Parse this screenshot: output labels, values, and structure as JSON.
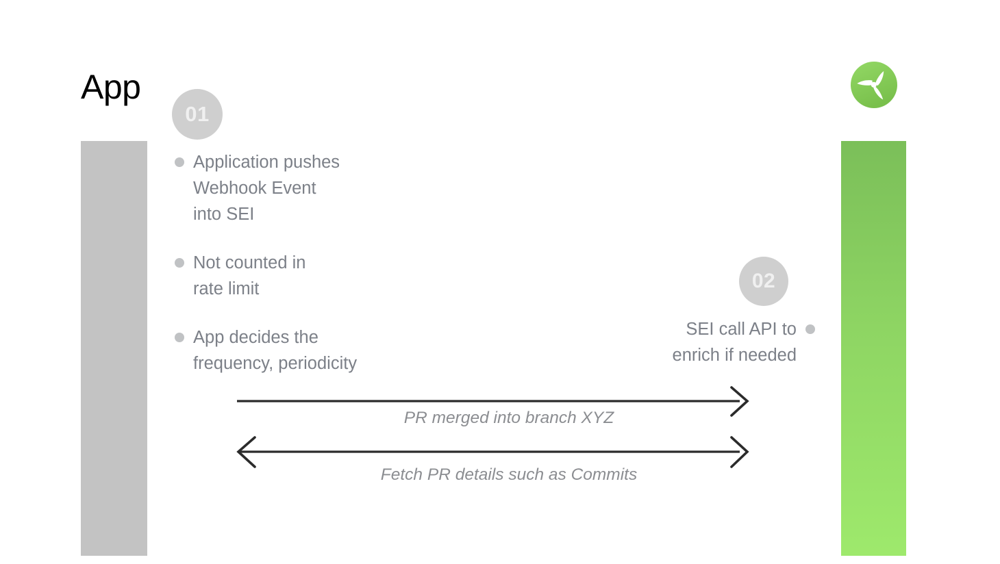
{
  "slide": {
    "title": "App",
    "background_color": "#ffffff"
  },
  "logo": {
    "name": "harness-propeller-logo",
    "circle_color_top": "#8fd45f",
    "circle_color_bottom": "#7ec44f",
    "blade_color": "#ffffff"
  },
  "lanes": [
    {
      "name": "app-lane",
      "side": "left",
      "color": "#c3c3c3"
    },
    {
      "name": "sei-lane",
      "side": "right",
      "gradient_top": "#7bbf59",
      "gradient_bottom": "#9ee96c"
    }
  ],
  "steps": [
    {
      "number": "01",
      "side": "left",
      "badge_color": "#cfcfcf",
      "bullets": [
        "Application pushes\nWebhook Event\ninto SEI",
        "Not counted in\nrate limit",
        "App decides the\nfrequency, periodicity"
      ]
    },
    {
      "number": "02",
      "side": "right",
      "badge_color": "#cfcfcf",
      "bullets": [
        "SEI call API to\nenrich if needed"
      ]
    }
  ],
  "arrows": [
    {
      "name": "pr-merged-arrow",
      "direction": "right",
      "label": "PR merged into branch XYZ",
      "color": "#2b2b2b"
    },
    {
      "name": "fetch-pr-details-arrow",
      "direction": "bidirectional",
      "label": "Fetch PR details such as Commits",
      "color": "#2b2b2b"
    }
  ],
  "text_colors": {
    "title": "#000000",
    "bullet": "#7c8088",
    "arrow_label": "#8b8d91",
    "badge_number": "#f0f0f0"
  }
}
